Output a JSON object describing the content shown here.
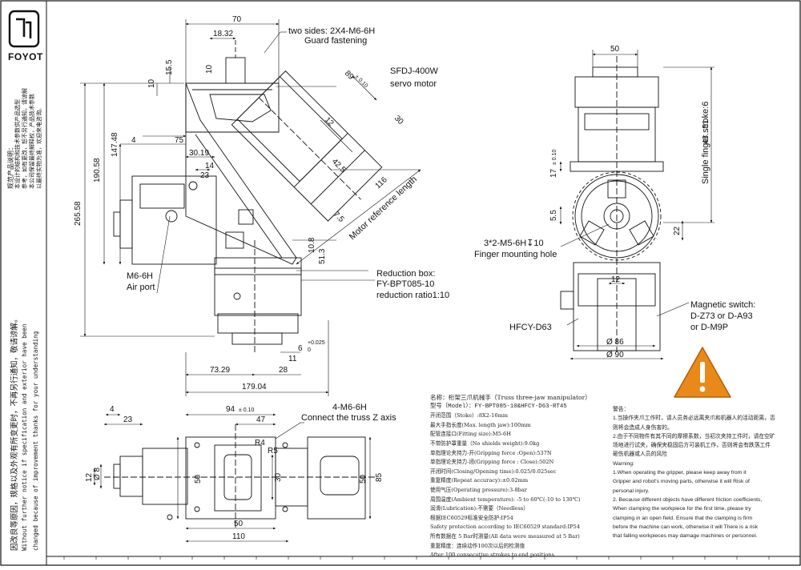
{
  "brand": {
    "name": "FOYOT"
  },
  "notice": {
    "cn_line1": "规范产品说明：",
    "cn_line2": "本设计的结构和技术参数供产品选型",
    "cn_line3": "参考，如有更改，恕不另行通知，请谅解",
    "cn_line4": "本公司保留最终解释权，产品技术参数",
    "cn_line5": "以最终实物为准，欢迎来电咨询。",
    "cn_main": "因改良等原因，规格以及外观有所变更时，不再另行通知，敬请谅解。",
    "en_line1": "Without further notice if specification and exterior have been",
    "en_line2": "changed because of improvement thanks for your understanding"
  },
  "labels": {
    "two_sides": "two sides: 2X4-M6-6H",
    "guard": "Guard fastening",
    "servo_model": "SFDJ-400W",
    "servo": "servo motor",
    "motor_ref": "Motor reference length",
    "reduction_box": "Reduction box:",
    "reduction_model": "FY-BPT085-10",
    "reduction_ratio": "reduction ratio1:10",
    "air_thread": "M6-6H",
    "air_port": "Air port",
    "finger_thread": "3*2-M5-6H↧10",
    "finger_hole": "Finger mounting hole",
    "hfcy": "HFCY-D63",
    "magnetic1": "Magnetic switch:",
    "magnetic2": "D-Z73 or D-A93",
    "magnetic3": "or D-M9P",
    "finger_stroke": "Single finger stroke:6",
    "truss_thread": "4-M6-6H",
    "truss": "Connect the truss Z axis"
  },
  "dims": {
    "d70": "70",
    "d18_32": "18.32",
    "d10a": "10",
    "d15_5": "15.5",
    "d10b": "10",
    "d89": "89",
    "tol89": "± 0.10",
    "d12": "12",
    "d30": "30",
    "d42_5": "42.5",
    "d116": "116",
    "d7_5": "7.5",
    "d10_8": "10.8",
    "d51_3": "51.3",
    "d4": "4",
    "d75": "75",
    "d30_19": "30.19",
    "d14": "14",
    "d23": "23",
    "d147_48": "147.48",
    "d190_58": "190.58",
    "d265_58": "265.58",
    "d73_29": "73.29",
    "d28": "28",
    "d179_04": "179.04",
    "d11": "11",
    "tol_p": "+0.025",
    "tol_0": "0",
    "d6": "6",
    "d50_top": "50",
    "d43_51": "43...51",
    "d17": "17",
    "tol17": "± 0.10",
    "d5_5": "5.5",
    "d22": "22",
    "d12_side": "12",
    "phi86": "Ø 86",
    "phi90": "Ø 90",
    "d94": "94",
    "tol94": "± 0.10",
    "d47": "47",
    "d4b": "4",
    "d23b": "23",
    "r4": "R4",
    "r5": "R5",
    "phi8": "Ø 8",
    "d12b": "12",
    "d50_left": "50",
    "d30b": "30",
    "d50_right": "50",
    "d85": "85",
    "d50_bot": "50",
    "d110": "110"
  },
  "spec": {
    "name": "名称：桁架三爪机械手（Truss three-jaw manipulator）",
    "model": "型号（Model）：FY-BPT085-10&HFCY-D63-RT45",
    "rows": [
      "开闭范围（Stoke）:8X2-16mm",
      "最大手指长度(Max. length jaw):100mm",
      "配管连接口(Fitting size):M5-6H",
      "不带防护罩重量（No shields weight):9.0kg",
      "单指理论夹持力-开(Gripping force :Open):537N",
      "单指理论夹持力-闭(Gripping force : Close):502N",
      "开闭时间(Closing/Opening time):0.025/0.025sec",
      "重复精度(Repeat accuracy):±0.02mm",
      "使用气压(Operating pressure):3-8bar",
      "周围温度(Ambient temperature): -5 to 60℃(-10 to 130℃)",
      "润滑(Lubrication):不需要（Needless）",
      "根据IEC60529标准安全防护:IP54",
      "Safety protection according to IEC60529 standard:IP54",
      "所有数据在 5 Bar时测量(All data were measured at  5 Bar)",
      "重复精度：连续动作100次以后的检测值",
      "After 100 consecutive strokes to end positions"
    ]
  },
  "warning": {
    "cn_title": "警告：",
    "cn1": "1.当操作夹爪工作时，请人员务必远离夹爪和机器人的活动距离，否",
    "cn1b": "则将会造成人身伤害的。",
    "cn2": "2.由于不同物件有其不同的摩擦系数，当初次夹持工件时，请在空旷",
    "cn2b": "场地进行试夹，确保夹稳固后方可装机工作，否则将会有跌落工件",
    "cn2c": "砸伤机器或人员的风险",
    "en_title": "Warning:",
    "en1": "1.When operating the gripper, please keep away from it",
    "en1b": "Gripper and robot's moving parts, otherwise it will Risk of",
    "en1c": "personal injury.",
    "en2": "2. Because different objects have different friction coefficients,",
    "en2b": "When clamping the workpiece for the first time, please try",
    "en2c": "clamping in an open field. Ensure that the clamping is firm",
    "en2d": "before the machine can work, otherwise it will There is a risk",
    "en2e": "that falling workpieces may damage machines or personnel."
  },
  "colors": {
    "warning_fill": "#e8891a",
    "line": "#111111"
  }
}
